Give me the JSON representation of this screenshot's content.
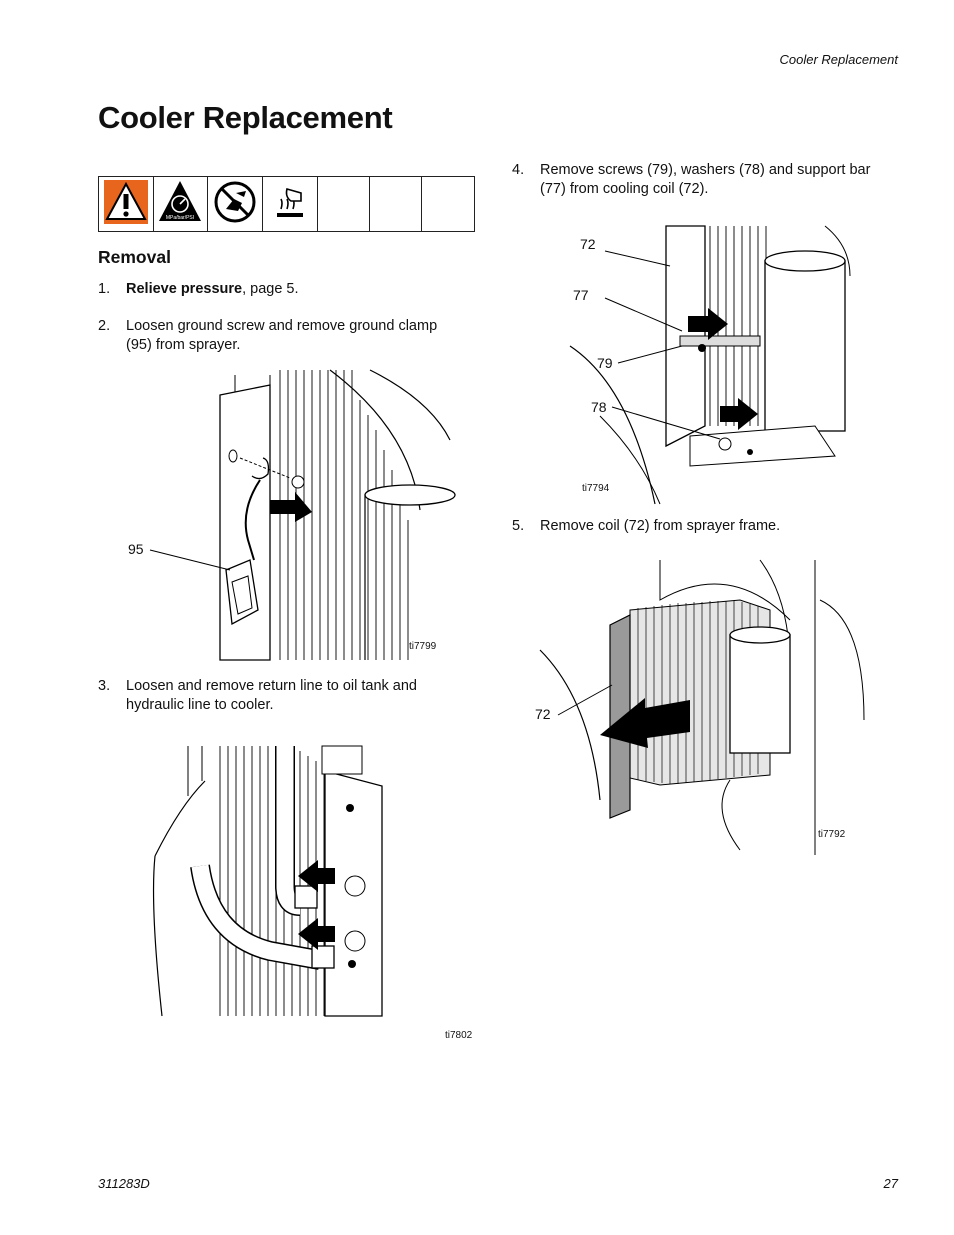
{
  "running_head": "Cooler Replacement",
  "title": "Cooler Replacement",
  "section": "Removal",
  "warning_icons": [
    "warning-triangle-icon",
    "pressure-gauge-icon",
    "no-hands-icon",
    "hot-surface-icon"
  ],
  "warning_icon_text": "MPa/bar/PSI",
  "steps": {
    "s1": {
      "num": "1.",
      "bold": "Relieve pressure",
      "rest": ", page 5."
    },
    "s2": {
      "num": "2.",
      "line1": "Loosen ground screw and remove ground clamp",
      "line2": "(95) from sprayer."
    },
    "s3": {
      "num": "3.",
      "line1": "Loosen and remove return line to oil tank and",
      "line2": "hydraulic line to cooler."
    },
    "s4": {
      "num": "4.",
      "line1": "Remove screws (79), washers (78) and support bar",
      "line2": "(77) from cooling coil (72)."
    },
    "s5": {
      "num": "5.",
      "line1": "Remove coil (72) from sprayer frame."
    }
  },
  "figures": {
    "f1": {
      "callout": "95",
      "id": "ti7799"
    },
    "f2": {
      "id": "ti7802"
    },
    "f3": {
      "callouts": [
        "72",
        "77",
        "79",
        "78"
      ],
      "id": "ti7794"
    },
    "f4": {
      "callout": "72",
      "id": "ti7792"
    }
  },
  "footer": {
    "doc_number": "311283D",
    "page": "27"
  }
}
